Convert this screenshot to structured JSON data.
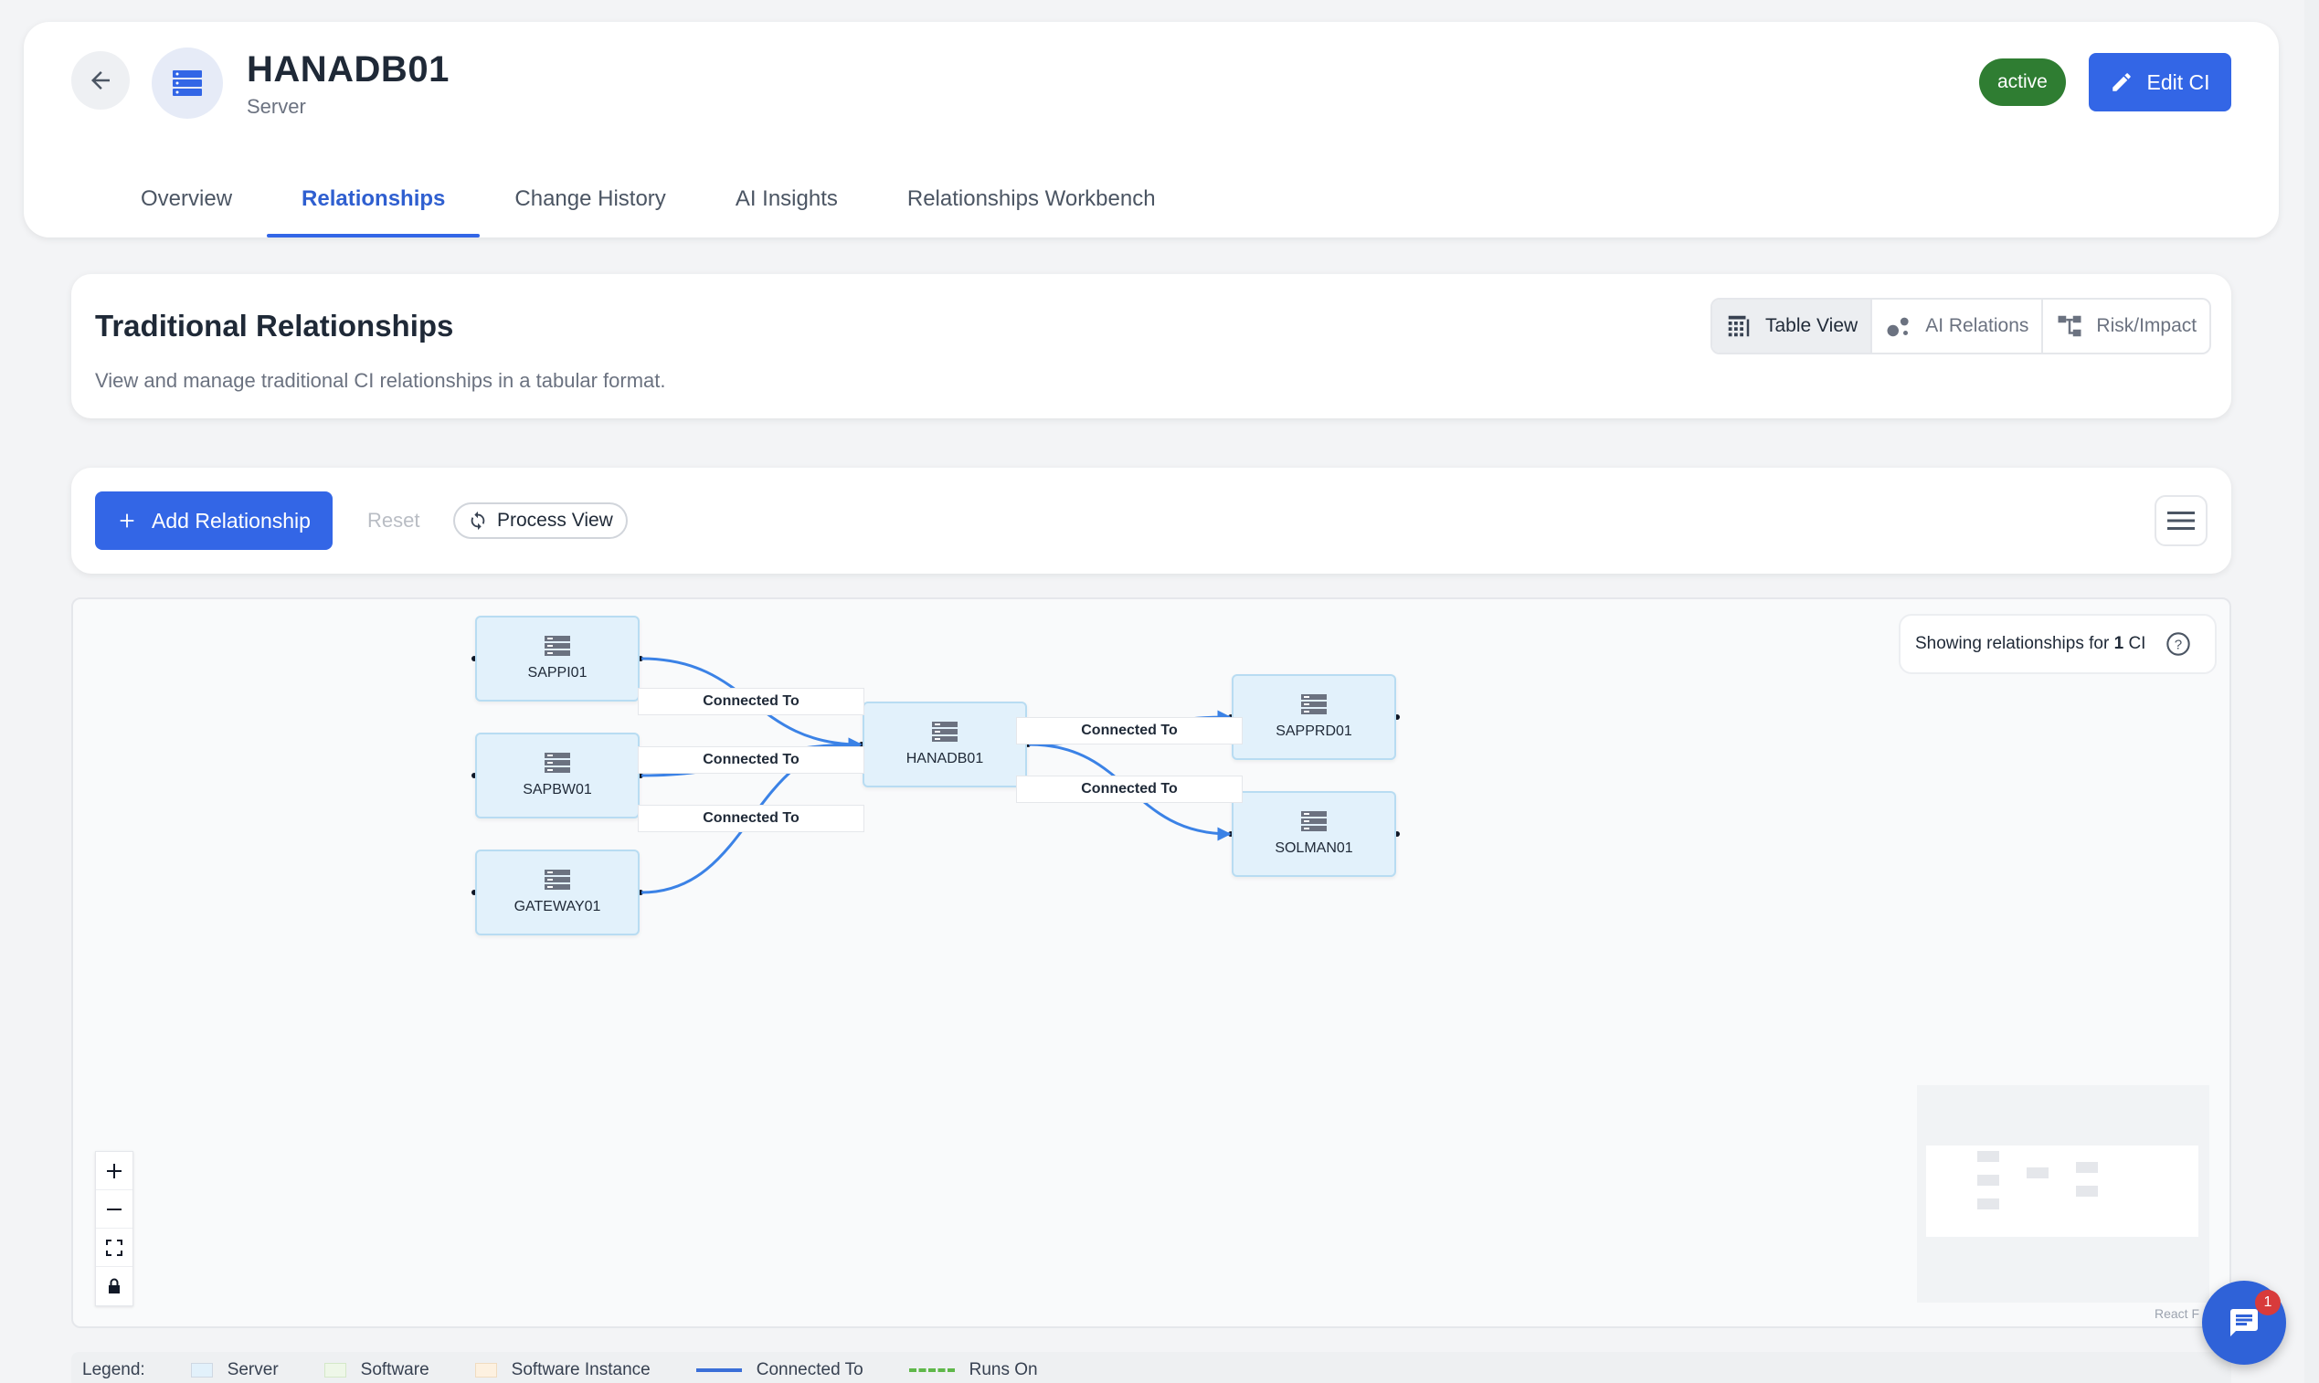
{
  "header": {
    "ci_name": "HANADB01",
    "ci_type": "Server",
    "status": "active",
    "edit_label": "Edit CI",
    "tabs": [
      {
        "label": "Overview"
      },
      {
        "label": "Relationships"
      },
      {
        "label": "Change History"
      },
      {
        "label": "AI Insights"
      },
      {
        "label": "Relationships Workbench"
      }
    ],
    "active_tab": "Relationships"
  },
  "section": {
    "title": "Traditional Relationships",
    "description": "View and manage traditional CI relationships in a tabular format.",
    "views": [
      {
        "label": "Table View",
        "icon": "table-icon"
      },
      {
        "label": "AI Relations",
        "icon": "bubbles-icon"
      },
      {
        "label": "Risk/Impact",
        "icon": "hierarchy-icon"
      }
    ],
    "active_view": "Table View"
  },
  "toolbar": {
    "add_label": "Add Relationship",
    "reset_label": "Reset",
    "process_label": "Process View"
  },
  "graph": {
    "info_prefix": "Showing relationships for",
    "info_count": "1",
    "info_suffix": "CI",
    "nodes": [
      {
        "id": "SAPPI01",
        "label": "SAPPI01"
      },
      {
        "id": "SAPBW01",
        "label": "SAPBW01"
      },
      {
        "id": "GATEWAY01",
        "label": "GATEWAY01"
      },
      {
        "id": "HANADB01",
        "label": "HANADB01"
      },
      {
        "id": "SAPPRD01",
        "label": "SAPPRD01"
      },
      {
        "id": "SOLMAN01",
        "label": "SOLMAN01"
      }
    ],
    "edges": [
      {
        "from": "SAPPI01",
        "to": "HANADB01",
        "label": "Connected To"
      },
      {
        "from": "SAPBW01",
        "to": "HANADB01",
        "label": "Connected To"
      },
      {
        "from": "GATEWAY01",
        "to": "HANADB01",
        "label": "Connected To"
      },
      {
        "from": "HANADB01",
        "to": "SAPPRD01",
        "label": "Connected To"
      },
      {
        "from": "HANADB01",
        "to": "SOLMAN01",
        "label": "Connected To"
      }
    ],
    "edge_color": "#3b82e6",
    "attribution": "React F"
  },
  "legend": {
    "title": "Legend:",
    "items": [
      {
        "label": "Server",
        "color": "#e2f1fb"
      },
      {
        "label": "Software",
        "color": "#eef7e8"
      },
      {
        "label": "Software Instance",
        "color": "#fdf1e0"
      },
      {
        "label": "Connected To",
        "color": "#3b6fd8"
      },
      {
        "label": "Runs On",
        "color": "#5fb84a"
      }
    ]
  },
  "chat": {
    "badge": "1"
  },
  "colors": {
    "primary": "#3366e6",
    "active_badge": "#2f7d32",
    "node_fill": "#e2f1fb"
  }
}
